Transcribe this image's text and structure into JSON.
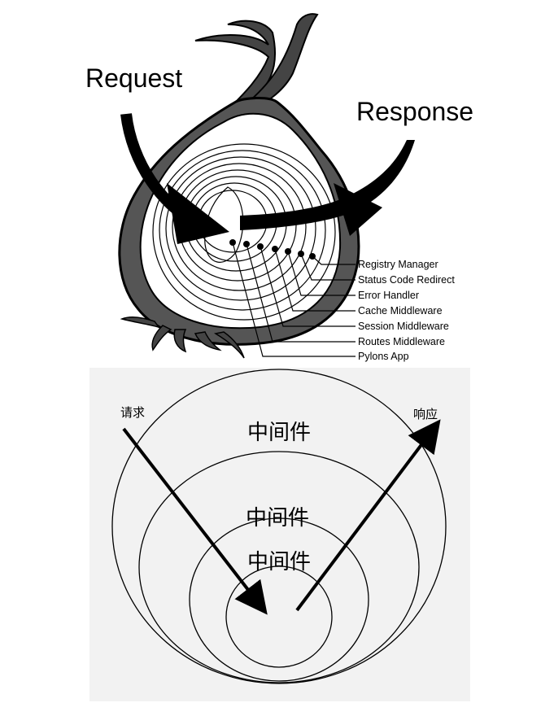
{
  "onion": {
    "request_label": "Request",
    "response_label": "Response",
    "layers": [
      "Registry Manager",
      "Status Code Redirect",
      "Error Handler",
      "Cache Middleware",
      "Session Middleware",
      "Routes Middleware",
      "Pylons App"
    ]
  },
  "rings": {
    "request_label": "请求",
    "response_label": "响应",
    "layer_labels": [
      "中间件",
      "中间件",
      "中间件"
    ]
  }
}
